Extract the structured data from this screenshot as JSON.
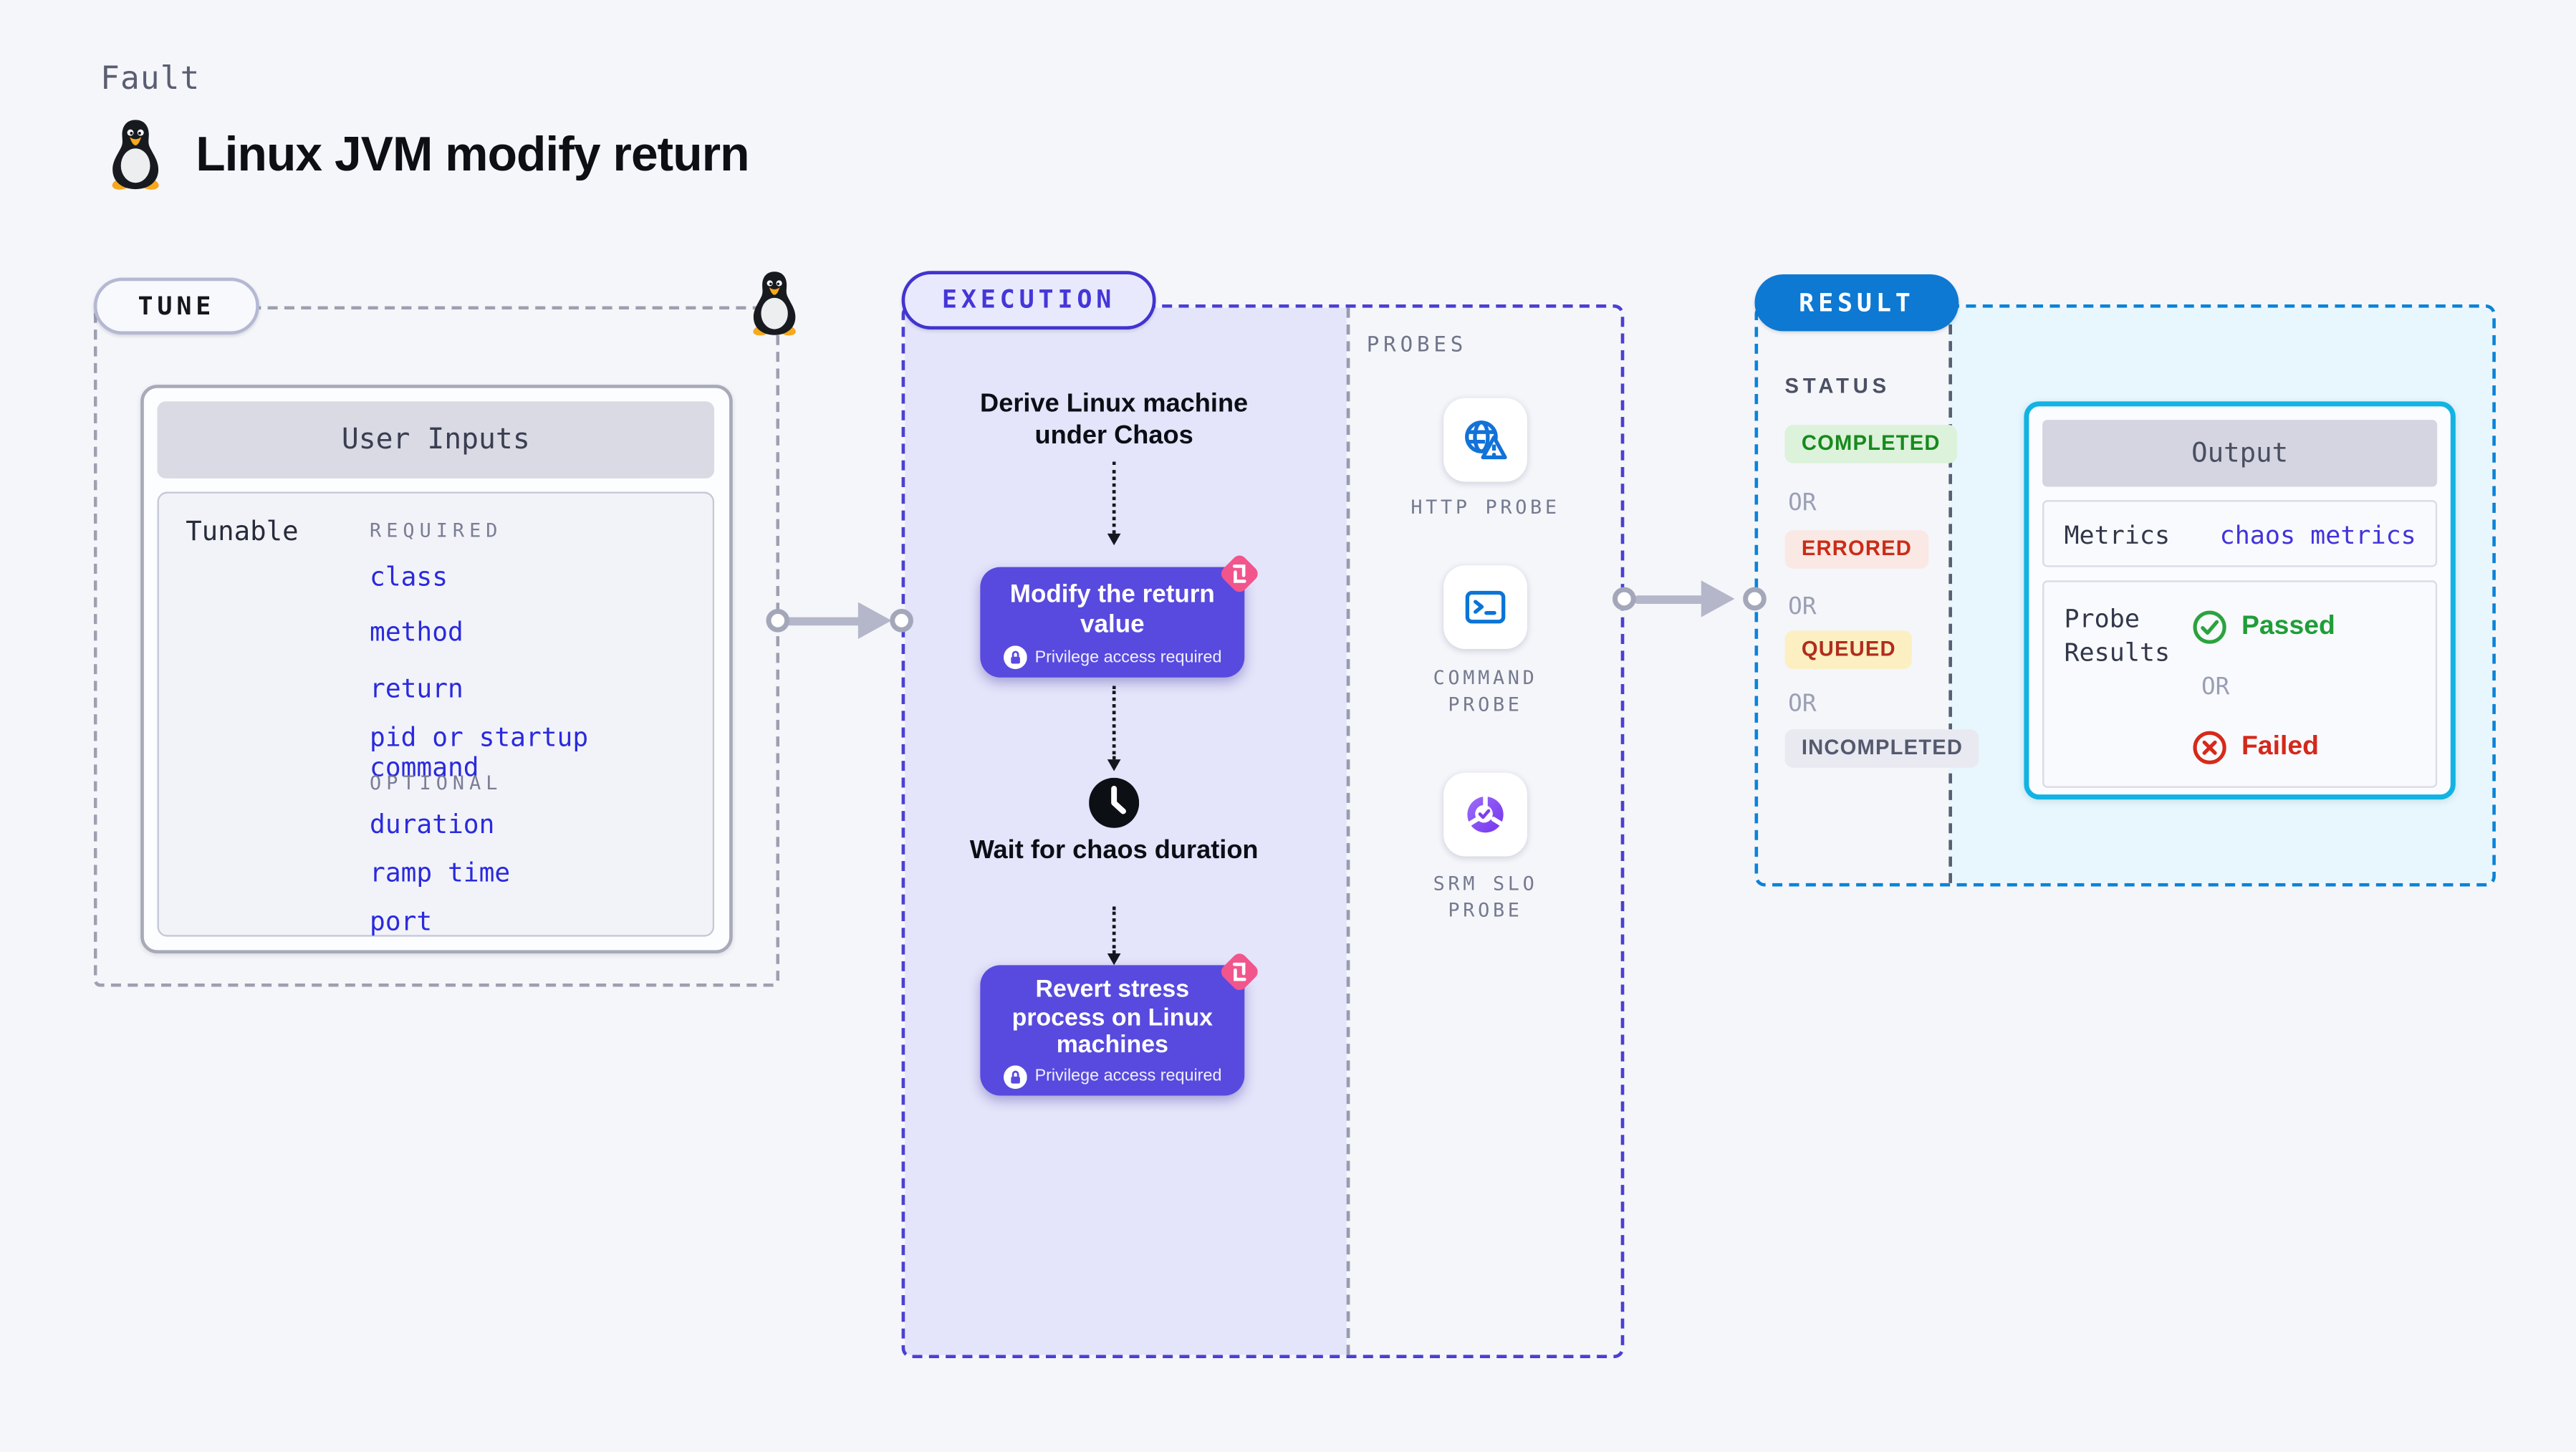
{
  "header": {
    "eyebrow": "Fault",
    "title": "Linux JVM modify return"
  },
  "tune": {
    "label": "TUNE",
    "card_title": "User Inputs",
    "row_label": "Tunable",
    "required_label": "REQUIRED",
    "required_items": [
      "class",
      "method",
      "return",
      "pid or startup command"
    ],
    "optional_label": "OPTIONAL",
    "optional_items": [
      "duration",
      "ramp time",
      "port"
    ]
  },
  "execution": {
    "label": "EXECUTION",
    "derive_text": "Derive Linux machine under Chaos",
    "modify": {
      "title": "Modify the return value",
      "note": "Privilege access required"
    },
    "wait_text": "Wait for chaos duration",
    "revert": {
      "title": "Revert stress process on Linux machines",
      "note": "Privilege access required"
    }
  },
  "probes": {
    "label": "PROBES",
    "items": [
      {
        "name": "HTTP PROBE",
        "icon": "globe-alert-icon"
      },
      {
        "name": "COMMAND PROBE",
        "icon": "terminal-icon"
      },
      {
        "name": "SRM SLO PROBE",
        "icon": "slo-donut-check-icon"
      }
    ]
  },
  "result": {
    "label": "RESULT",
    "status_label": "STATUS",
    "or_label": "OR",
    "statuses": [
      {
        "text": "COMPLETED",
        "bg": "#dcf2da",
        "color": "#178a1e"
      },
      {
        "text": "ERRORED",
        "bg": "#fae8e5",
        "color": "#cb2c16"
      },
      {
        "text": "QUEUED",
        "bg": "#fcefc2",
        "color": "#b02d1e"
      },
      {
        "text": "INCOMPLETED",
        "bg": "#e9eaf1",
        "color": "#54596f"
      }
    ],
    "output": {
      "title": "Output",
      "metrics_label": "Metrics",
      "metrics_value": "chaos metrics",
      "probe_results_label": "Probe Results",
      "passed_label": "Passed",
      "failed_label": "Failed"
    }
  },
  "icons": {
    "tux_penguin": "linux-tux-penguin",
    "pink_badge": "chaos-pinwheel-badge",
    "lock": "privilege-lock",
    "clock": "wait-clock",
    "passed": "circle-check",
    "failed": "circle-x"
  },
  "colors": {
    "page_bg": "#f5f6fa",
    "indigo_accent": "#4b3fd3",
    "action_button": "#584ade",
    "pink_badge": "#f2548c",
    "result_blue": "#0d79d3",
    "output_border": "#12b3e2",
    "cyan_bg": "#e7f7fd",
    "lavender_bg": "#e4e4fa",
    "link_blue": "#4233da",
    "input_blue": "#2a2ade",
    "passed_green": "#1f9e38",
    "failed_red": "#d4281b",
    "probe_icon_blue": "#1172d8"
  }
}
